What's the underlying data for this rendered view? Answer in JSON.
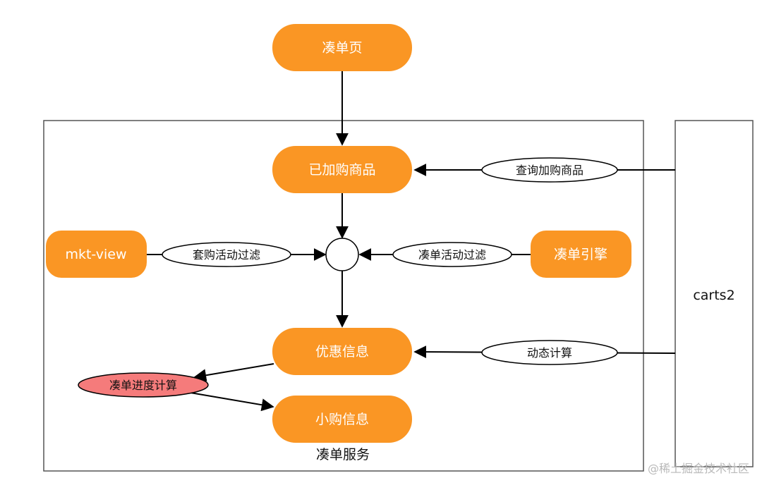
{
  "service_box": {
    "label": "凑单服务"
  },
  "external_box": {
    "label": "carts2"
  },
  "nodes": {
    "cart_page": "凑单页",
    "added_goods": "已加购商品",
    "mkt_view": "mkt-view",
    "cart_engine": "凑单引擎",
    "promo_info": "优惠信息",
    "mini_buy_info": "小购信息"
  },
  "edge_labels": {
    "query_added_goods": "查询加购商品",
    "bundle_filter": "套购活动过滤",
    "cart_activity_filter": "凑单活动过滤",
    "dynamic_calc": "动态计算",
    "progress_calc": "凑单进度计算"
  },
  "watermark": "@稀土掘金技术社区",
  "colors": {
    "node_fill": "#FA9624",
    "highlight_fill": "#F57B7B",
    "border": "#555555"
  }
}
